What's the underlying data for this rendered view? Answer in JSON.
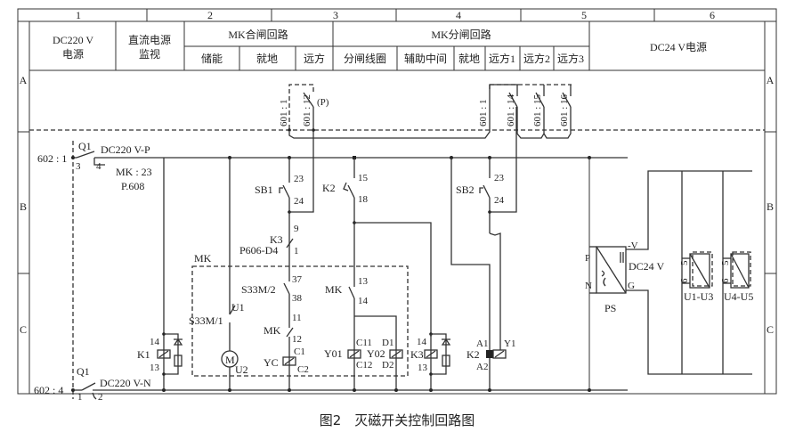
{
  "columns": [
    "1",
    "2",
    "3",
    "4",
    "5",
    "6"
  ],
  "rows": [
    "A",
    "B",
    "C"
  ],
  "header": {
    "dc220_source": [
      "DC220 V",
      "电源"
    ],
    "dc_monitor": [
      "直流电源",
      "监视"
    ],
    "mk_close_circuit": "MK合闸回路",
    "mk_close_subs": [
      "储能",
      "就地",
      "远方"
    ],
    "mk_open_circuit": "MK分闸回路",
    "mk_open_subs": [
      "分闸线圈",
      "辅助中间",
      "就地",
      "远方1",
      "远方2",
      "远方3"
    ],
    "dc24_source": "DC24 V电源"
  },
  "terminals": {
    "t601_1a": "601 : 1",
    "t601_12": "601 : 12",
    "p_label": "(P)",
    "t601_1b": "601 : 1",
    "t601_14": "601 : 14",
    "t601_15": "601 : 15",
    "t601_16": "601 : 16",
    "t602_1": "602 : 1",
    "t602_4": "602 : 4"
  },
  "labels": {
    "q1_top": "Q1",
    "dc220_p": "DC220 V-P",
    "q1_top_pin3": "3",
    "q1_top_pin4": "4",
    "mk23": "MK : 23",
    "p608": "P.608",
    "q1_bot": "Q1",
    "dc220_n": "DC220 V-N",
    "q1_bot_pin1": "1",
    "q1_bot_pin2": "2",
    "sb1": "SB1",
    "sb1_23": "23",
    "sb1_24": "24",
    "k3": "K3",
    "k3_9": "9",
    "k3_1": "1",
    "p606": "P606-D4",
    "mk_box": "MK",
    "s33m2": "S33M/2",
    "s33m2_37": "37",
    "s33m2_38": "38",
    "s33m1": "S33M/1",
    "u1": "U1",
    "u2": "U2",
    "motor": "M",
    "mk_nc": "MK",
    "mk_11": "11",
    "mk_12": "12",
    "yc": "YC",
    "c1": "C1",
    "c2": "C2",
    "k1": "K1",
    "k1_14": "14",
    "k1_13": "13",
    "k2_contact": "K2",
    "k2_15": "15",
    "k2_18": "18",
    "mk_no": "MK",
    "mk_13": "13",
    "mk_14": "14",
    "y01": "Y01",
    "c11": "C11",
    "c12": "C12",
    "y02": "Y02",
    "d1": "D1",
    "d2": "D2",
    "k3_coil": "K3",
    "k3_14": "14",
    "k3_13": "13",
    "sb2": "SB2",
    "sb2_23": "23",
    "sb2_24": "24",
    "k2_coil": "K2",
    "a1": "A1",
    "a2": "A2",
    "y1": "Y1",
    "ps_p": "P",
    "ps_n": "N",
    "ps_v": "-V",
    "ps_g": "G",
    "dc24v": "DC24 V",
    "ps": "PS",
    "u1u3": "U1-U3",
    "u4u5": "U4-U5",
    "pin5a": "5",
    "pin6a": "6",
    "pin5b": "5",
    "pin6b": "6"
  },
  "caption": "图2　灭磁开关控制回路图"
}
